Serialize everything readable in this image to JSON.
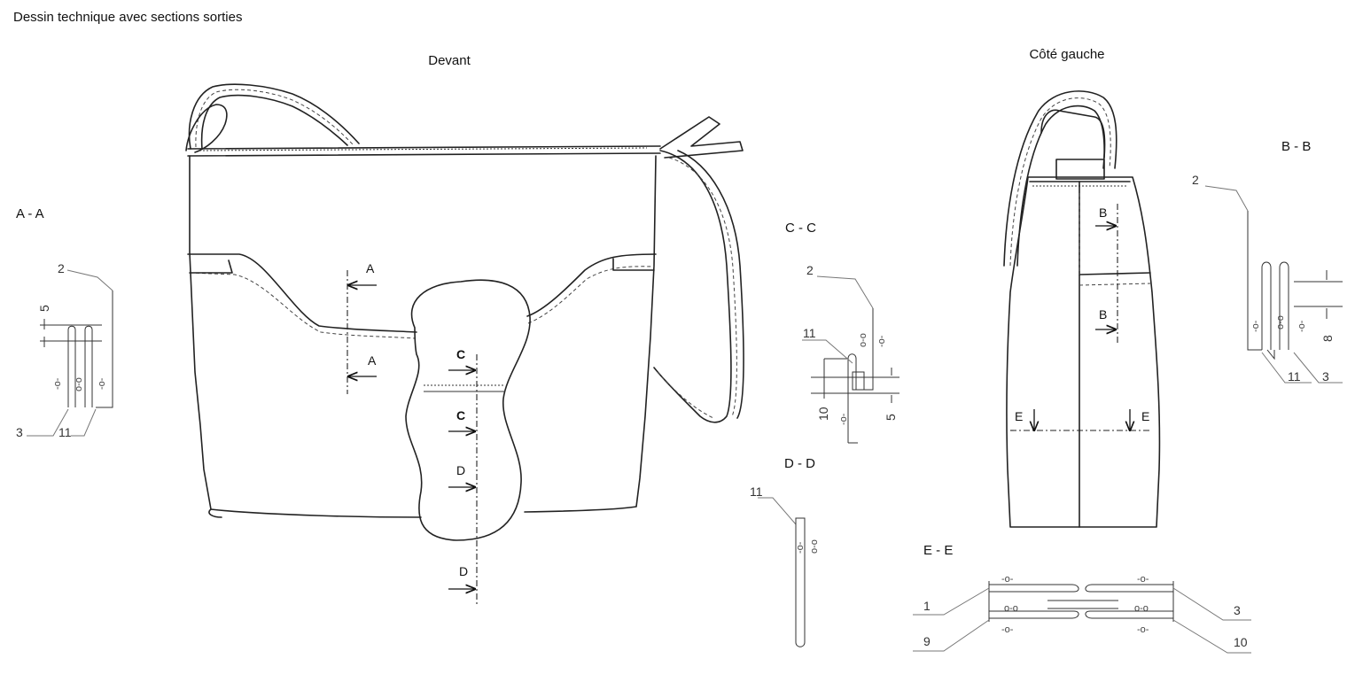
{
  "title": "Dessin technique avec sections sorties",
  "views": {
    "front": "Devant",
    "left_side": "Côté gauche"
  },
  "sections": {
    "aa": "A - A",
    "bb": "B - B",
    "cc": "C - C",
    "dd": "D - D",
    "ee": "E - E"
  },
  "cut_markers": {
    "a": "A",
    "b": "B",
    "c": "C",
    "d": "D",
    "e": "E"
  },
  "stitch_symbols": {
    "single": "-o-",
    "double": "o-o",
    "wide": "-o-"
  },
  "callouts": {
    "aa": {
      "top": "2",
      "dim": "5",
      "bottom_left": "3",
      "bottom_right": "11"
    },
    "bb": {
      "top": "2",
      "dim": "8",
      "bottom_left": "11",
      "bottom_right": "3"
    },
    "cc": {
      "top": "2",
      "mid": "11",
      "dim_left": "10",
      "dim_right": "5"
    },
    "dd": {
      "top": "11"
    },
    "ee": {
      "top_left": "1",
      "bottom_left": "9",
      "top_right": "3",
      "bottom_right": "10"
    }
  }
}
